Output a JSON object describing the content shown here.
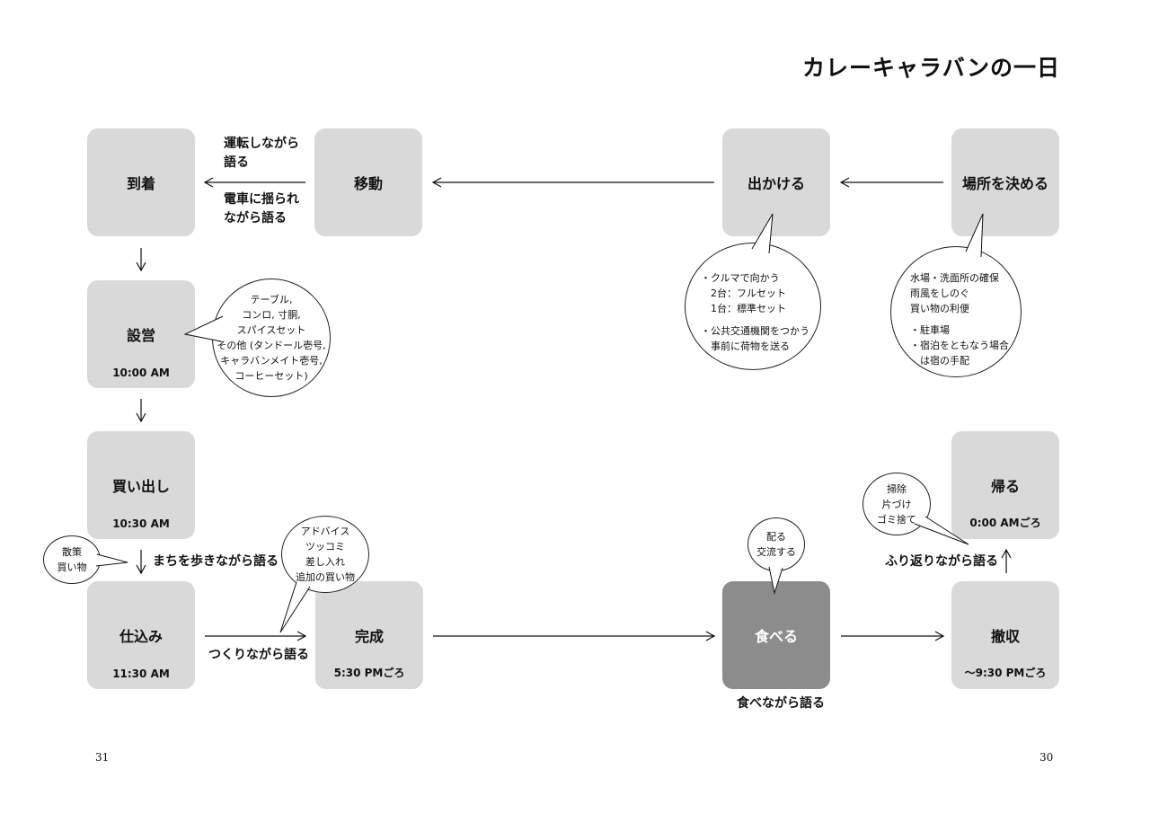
{
  "title": "カレーキャラバンの一日",
  "nodes": {
    "arrive": {
      "label": "到着"
    },
    "move": {
      "label": "移動"
    },
    "go": {
      "label": "出かける"
    },
    "place": {
      "label": "場所を決める"
    },
    "setup": {
      "label": "設営",
      "time": "10:00 AM"
    },
    "shop": {
      "label": "買い出し",
      "time": "10:30 AM"
    },
    "prep": {
      "label": "仕込み",
      "time": "11:30 AM"
    },
    "done": {
      "label": "完成",
      "time": "5:30 PMごろ"
    },
    "eat": {
      "label": "食べる"
    },
    "clear": {
      "label": "撤収",
      "time": "〜9:30 PMごろ"
    },
    "home": {
      "label": "帰る",
      "time": "0:00 AMごろ"
    }
  },
  "captions": {
    "drive": [
      "運転しながら",
      "語る"
    ],
    "train": [
      "電車に揺られ",
      "ながら語る"
    ],
    "walk": "まちを歩きながら語る",
    "cook": "つくりながら語る",
    "eat": "食べながら語る",
    "reflect": "ふり返りながら語る"
  },
  "bubbles": {
    "setup": [
      "テーブル,",
      "コンロ, 寸胴,",
      "スパイスセット",
      "その他 (タンドール壱号,",
      "キャラバンメイト壱号,",
      "コーヒーセット)"
    ],
    "go": [
      "・クルマで向かう",
      "　2台：フルセット",
      "　1台：標準セット",
      "・公共交通機関をつかう",
      "　事前に荷物を送る"
    ],
    "place": [
      "水場・洗面所の確保",
      "雨風をしのぐ",
      "買い物の利便",
      "・駐車場",
      "・宿泊をともなう場合",
      "　は宿の手配"
    ],
    "walk": [
      "散策",
      "買い物"
    ],
    "cook": [
      "アドバイス",
      "ツッコミ",
      "差し入れ",
      "追加の買い物"
    ],
    "eat": [
      "配る",
      "交流する"
    ],
    "clean": [
      "掃除",
      "片づけ",
      "ゴミ捨て"
    ]
  },
  "pages": {
    "left": "31",
    "right": "30"
  }
}
